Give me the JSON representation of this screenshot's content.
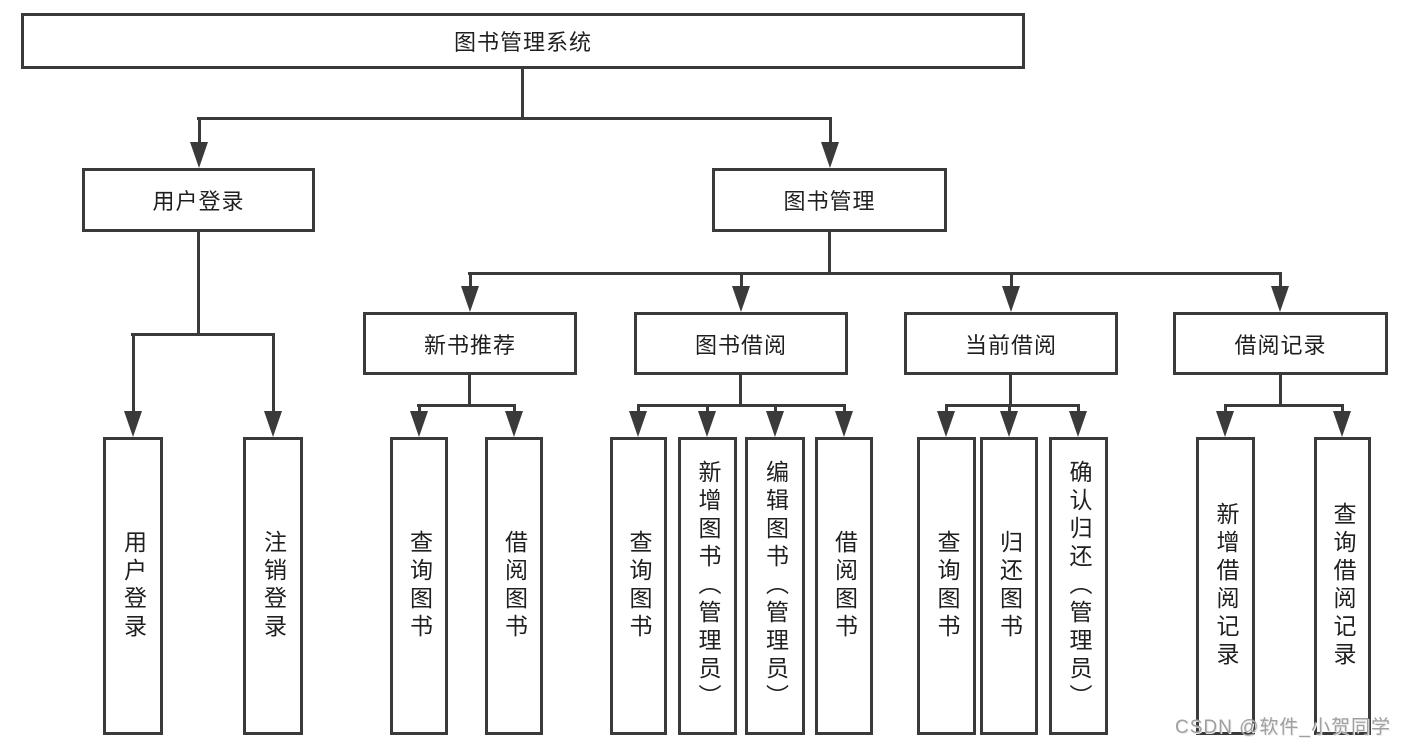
{
  "nodes": {
    "root": {
      "label": "图书管理系统"
    },
    "level2": [
      {
        "label": "用户登录"
      },
      {
        "label": "图书管理"
      }
    ],
    "level3": [
      {
        "label": "新书推荐"
      },
      {
        "label": "图书借阅"
      },
      {
        "label": "当前借阅"
      },
      {
        "label": "借阅记录"
      }
    ],
    "leaves": {
      "userLogin": [
        {
          "label": "用户登录"
        },
        {
          "label": "注销登录"
        }
      ],
      "newBook": [
        {
          "label": "查询图书"
        },
        {
          "label": "借阅图书"
        }
      ],
      "borrow": [
        {
          "label": "查询图书"
        },
        {
          "label": "新增图书（管理员）"
        },
        {
          "label": "编辑图书（管理员）"
        },
        {
          "label": "借阅图书"
        }
      ],
      "current": [
        {
          "label": "查询图书"
        },
        {
          "label": "归还图书"
        },
        {
          "label": "确认归还（管理员）"
        }
      ],
      "records": [
        {
          "label": "新增借阅记录"
        },
        {
          "label": "查询借阅记录"
        }
      ]
    }
  },
  "watermark": "CSDN @软件_小贺同学",
  "colors": {
    "line": "#3a3a3a",
    "text": "#1f1f1f",
    "watermark": "#a0a0a0",
    "background": "#ffffff"
  }
}
